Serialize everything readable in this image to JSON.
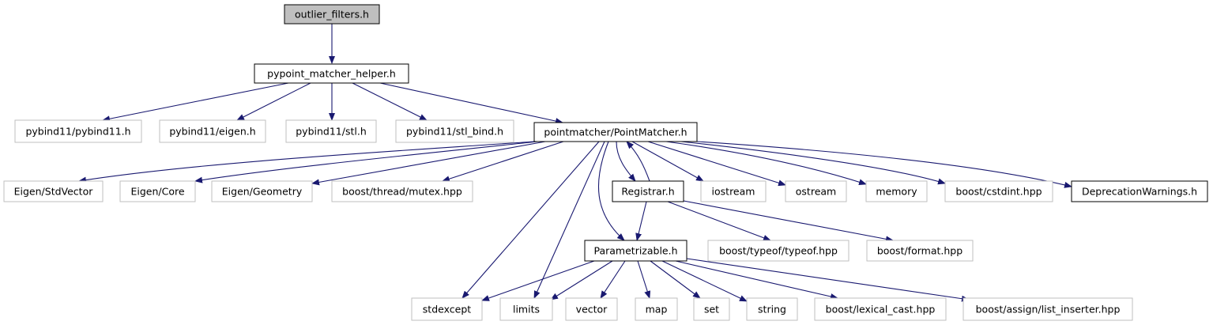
{
  "colors": {
    "edge": "#191970",
    "box_border": "#000000",
    "external_border": "#bfbfbf",
    "root_fill": "#bfbfbf",
    "background": "#ffffff"
  },
  "nodes": [
    {
      "id": "outlier_filters",
      "label": "outlier_filters.h",
      "kind": "root"
    },
    {
      "id": "pypoint_matcher_helper",
      "label": "pypoint_matcher_helper.h",
      "kind": "documented"
    },
    {
      "id": "pybind11_pybind11",
      "label": "pybind11/pybind11.h",
      "kind": "external"
    },
    {
      "id": "pybind11_eigen",
      "label": "pybind11/eigen.h",
      "kind": "external"
    },
    {
      "id": "pybind11_stl",
      "label": "pybind11/stl.h",
      "kind": "external"
    },
    {
      "id": "pybind11_stl_bind",
      "label": "pybind11/stl_bind.h",
      "kind": "external"
    },
    {
      "id": "pointmatcher",
      "label": "pointmatcher/PointMatcher.h",
      "kind": "documented"
    },
    {
      "id": "eigen_stdvector",
      "label": "Eigen/StdVector",
      "kind": "external"
    },
    {
      "id": "eigen_core",
      "label": "Eigen/Core",
      "kind": "external"
    },
    {
      "id": "eigen_geometry",
      "label": "Eigen/Geometry",
      "kind": "external"
    },
    {
      "id": "boost_mutex",
      "label": "boost/thread/mutex.hpp",
      "kind": "external"
    },
    {
      "id": "registrar",
      "label": "Registrar.h",
      "kind": "documented"
    },
    {
      "id": "iostream",
      "label": "iostream",
      "kind": "external"
    },
    {
      "id": "ostream",
      "label": "ostream",
      "kind": "external"
    },
    {
      "id": "memory",
      "label": "memory",
      "kind": "external"
    },
    {
      "id": "boost_cstdint",
      "label": "boost/cstdint.hpp",
      "kind": "external"
    },
    {
      "id": "deprecation",
      "label": "DeprecationWarnings.h",
      "kind": "documented"
    },
    {
      "id": "parametrizable",
      "label": "Parametrizable.h",
      "kind": "documented"
    },
    {
      "id": "boost_typeof",
      "label": "boost/typeof/typeof.hpp",
      "kind": "external"
    },
    {
      "id": "boost_format",
      "label": "boost/format.hpp",
      "kind": "external"
    },
    {
      "id": "stdexcept",
      "label": "stdexcept",
      "kind": "external"
    },
    {
      "id": "limits",
      "label": "limits",
      "kind": "external"
    },
    {
      "id": "vector",
      "label": "vector",
      "kind": "external"
    },
    {
      "id": "map",
      "label": "map",
      "kind": "external"
    },
    {
      "id": "set",
      "label": "set",
      "kind": "external"
    },
    {
      "id": "string",
      "label": "string",
      "kind": "external"
    },
    {
      "id": "boost_lexical_cast",
      "label": "boost/lexical_cast.hpp",
      "kind": "external"
    },
    {
      "id": "boost_list_inserter",
      "label": "boost/assign/list_inserter.hpp",
      "kind": "external"
    }
  ],
  "edges": [
    {
      "from": "outlier_filters",
      "to": "pypoint_matcher_helper"
    },
    {
      "from": "pypoint_matcher_helper",
      "to": "pybind11_pybind11"
    },
    {
      "from": "pypoint_matcher_helper",
      "to": "pybind11_eigen"
    },
    {
      "from": "pypoint_matcher_helper",
      "to": "pybind11_stl"
    },
    {
      "from": "pypoint_matcher_helper",
      "to": "pybind11_stl_bind"
    },
    {
      "from": "pypoint_matcher_helper",
      "to": "pointmatcher"
    },
    {
      "from": "pointmatcher",
      "to": "eigen_stdvector"
    },
    {
      "from": "pointmatcher",
      "to": "eigen_core"
    },
    {
      "from": "pointmatcher",
      "to": "eigen_geometry"
    },
    {
      "from": "pointmatcher",
      "to": "boost_mutex"
    },
    {
      "from": "pointmatcher",
      "to": "stdexcept"
    },
    {
      "from": "pointmatcher",
      "to": "limits"
    },
    {
      "from": "pointmatcher",
      "to": "parametrizable"
    },
    {
      "from": "pointmatcher",
      "to": "registrar"
    },
    {
      "from": "pointmatcher",
      "to": "iostream"
    },
    {
      "from": "pointmatcher",
      "to": "ostream"
    },
    {
      "from": "pointmatcher",
      "to": "memory"
    },
    {
      "from": "pointmatcher",
      "to": "boost_cstdint"
    },
    {
      "from": "pointmatcher",
      "to": "deprecation"
    },
    {
      "from": "registrar",
      "to": "pointmatcher"
    },
    {
      "from": "registrar",
      "to": "parametrizable"
    },
    {
      "from": "registrar",
      "to": "boost_typeof"
    },
    {
      "from": "registrar",
      "to": "boost_format"
    },
    {
      "from": "parametrizable",
      "to": "stdexcept"
    },
    {
      "from": "parametrizable",
      "to": "limits"
    },
    {
      "from": "parametrizable",
      "to": "vector"
    },
    {
      "from": "parametrizable",
      "to": "map"
    },
    {
      "from": "parametrizable",
      "to": "set"
    },
    {
      "from": "parametrizable",
      "to": "string"
    },
    {
      "from": "parametrizable",
      "to": "boost_lexical_cast"
    },
    {
      "from": "parametrizable",
      "to": "boost_list_inserter"
    }
  ]
}
